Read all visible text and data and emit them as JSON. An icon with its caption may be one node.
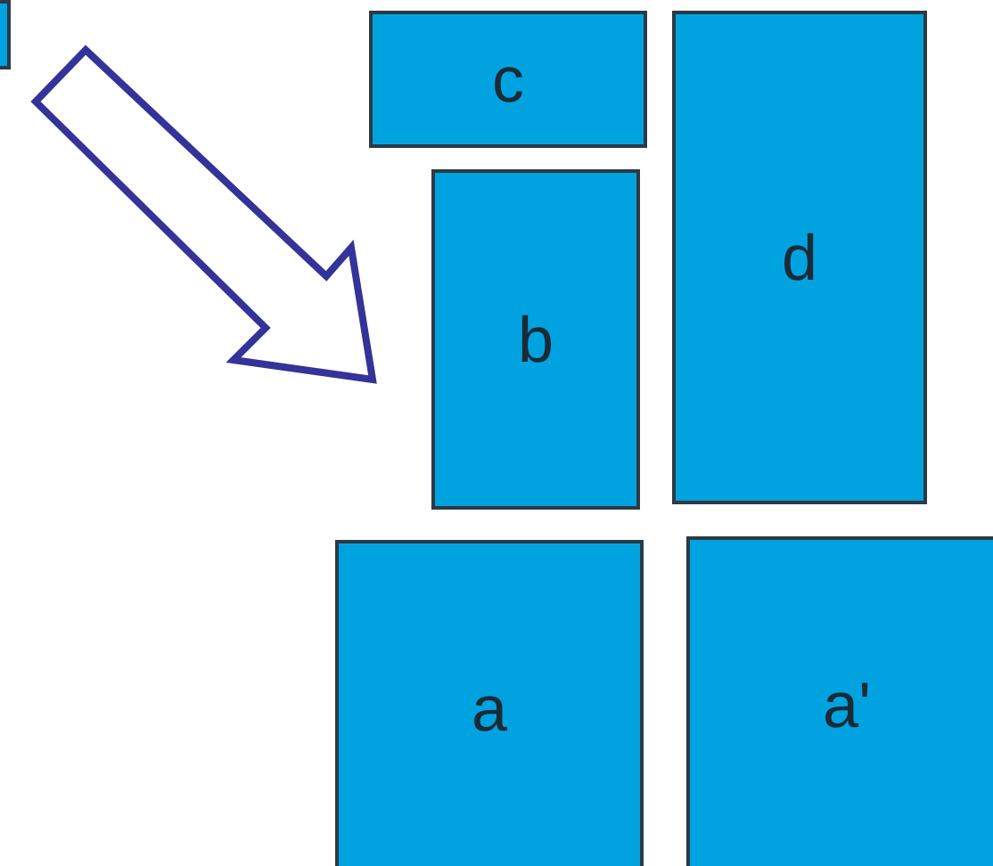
{
  "diagram": {
    "nodes": [
      {
        "text": [],
        "shape": "box"
      },
      {
        "text": [
          "c"
        ]
      },
      {
        "text": [
          "d"
        ]
      },
      {
        "text": [
          "b"
        ]
      },
      {
        "text": [
          "a"
        ]
      },
      {
        "text": [
          "a'"
        ]
      }
    ]
  }
}
